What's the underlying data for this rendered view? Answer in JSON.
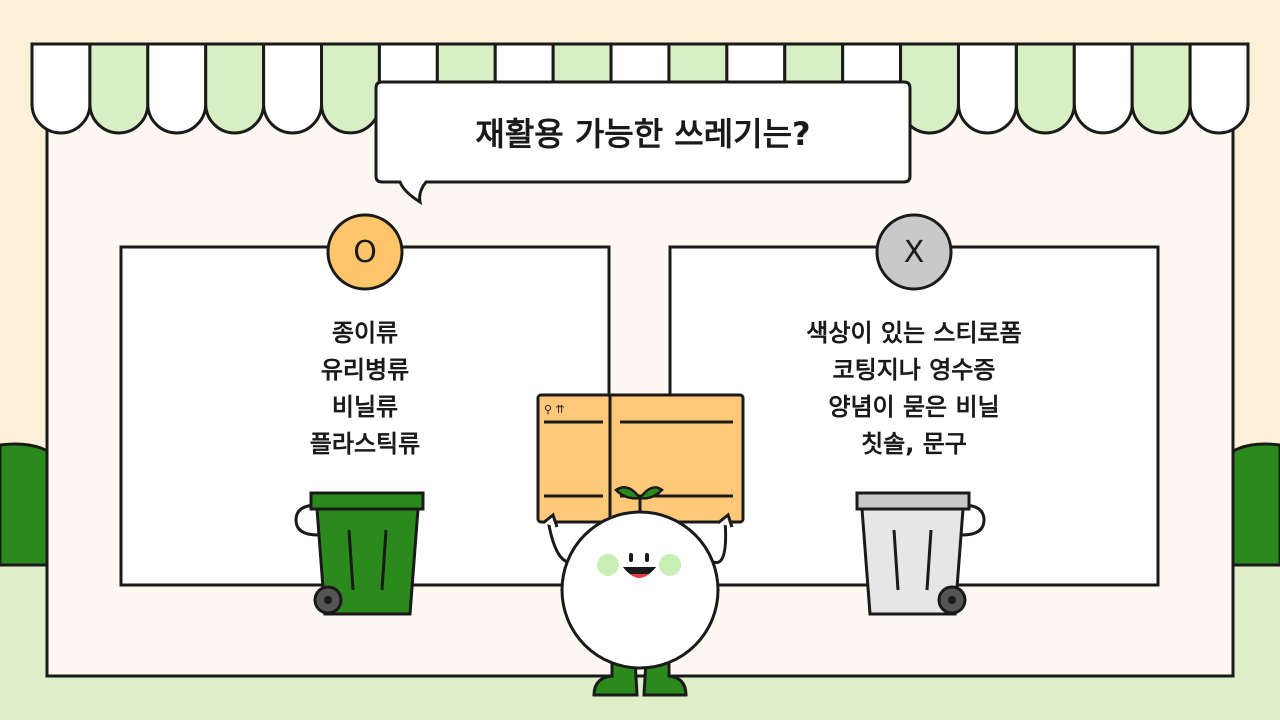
{
  "title": "재활용 가능한 쓰레기는?",
  "recyclable": {
    "badge": "O",
    "items": [
      "종이류",
      "유리병류",
      "비닐류",
      "플라스틱류"
    ]
  },
  "non_recyclable": {
    "badge": "X",
    "items": [
      "색상이 있는 스티로폼",
      "코팅지나 영수증",
      "양념이 묻은 비닐",
      "칫솔, 문구"
    ]
  },
  "colors": {
    "background": "#fcf1d8",
    "ground": "#dcefc9",
    "board": "#fef8f3",
    "accent_green": "#2b8a1c",
    "awning_green": "#d8eec3",
    "badge_o": "#ffc56b",
    "badge_x": "#c9c9c9",
    "box": "#ffc878",
    "outline": "#1a1a1a"
  },
  "icons": [
    "green-recycle-bin-icon",
    "grey-trash-bin-icon",
    "cardboard-box-icon",
    "sprout-mascot-icon",
    "speech-bubble-icon"
  ]
}
